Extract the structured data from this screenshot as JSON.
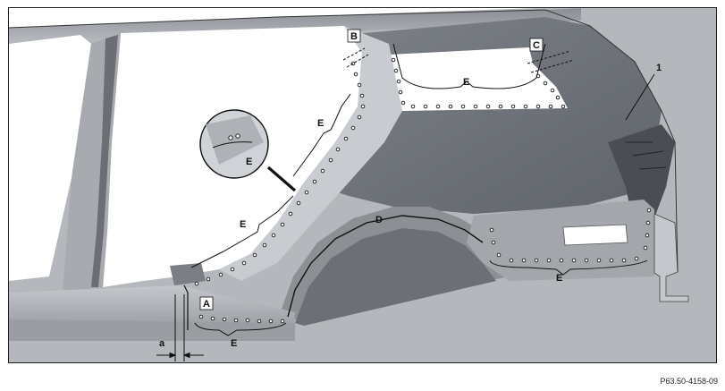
{
  "figure_id": "P63.50-4158-09",
  "callouts": {
    "one": "1",
    "a_box": "A",
    "b_box": "B",
    "c_box": "C",
    "d": "D",
    "e_window": "E",
    "e_pillar_upper": "E",
    "e_pillar_lower": "E",
    "e_detail": "E",
    "e_floor": "E",
    "e_sill": "E",
    "a_dim": "a"
  },
  "colors": {
    "panel_dark": "#6d7178",
    "panel_mid": "#9ea2a7",
    "panel_light": "#c9ccd0",
    "outline": "#111111",
    "spot_weld": "#1a1a1a"
  }
}
